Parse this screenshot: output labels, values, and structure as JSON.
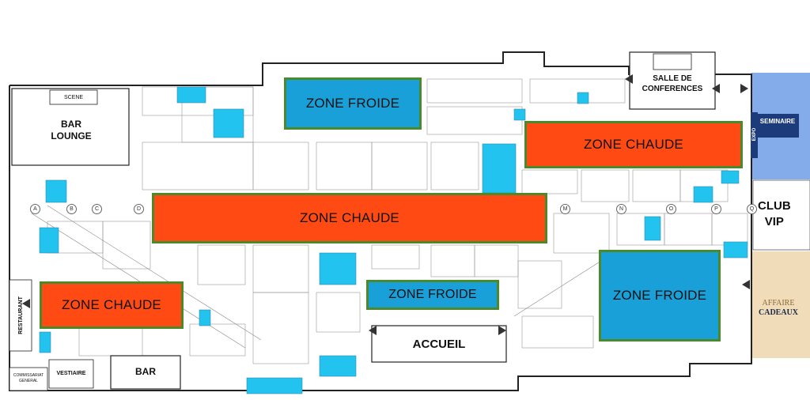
{
  "zones": {
    "froide_top": "ZONE FROIDE",
    "chaude_right": "ZONE CHAUDE",
    "chaude_center": "ZONE CHAUDE",
    "chaude_left": "ZONE CHAUDE",
    "froide_center": "ZONE FROIDE",
    "froide_right": "ZONE FROIDE"
  },
  "rooms": {
    "bar_lounge": "BAR\nLOUNGE",
    "scene": "SCENE",
    "salle_conferences": "SALLE DE\nCONFERENCES",
    "club_vip": "CLUB\nVIP",
    "accueil": "ACCUEIL",
    "bar": "BAR",
    "vestiaire": "VESTIAIRE",
    "commissariat": "COMMISSARIAT\nGENERAL",
    "restaurant": "RESTAURANT",
    "expo": "EXPO",
    "seminaire": "SEMINAIRE",
    "affaire": "AFFAIRE",
    "cadeaux": "CADEAUX"
  },
  "column_markers": [
    "A",
    "B",
    "C",
    "D",
    "M",
    "N",
    "O",
    "P",
    "Q"
  ],
  "colors": {
    "hot_zone": "#ff4a14",
    "cold_zone": "#1aa0d8",
    "zone_border": "#4a8a2a",
    "seminaire_area": "#6f9ee6",
    "affaire_area": "#f0dcb8",
    "cyan_stand": "#22c3ee"
  }
}
